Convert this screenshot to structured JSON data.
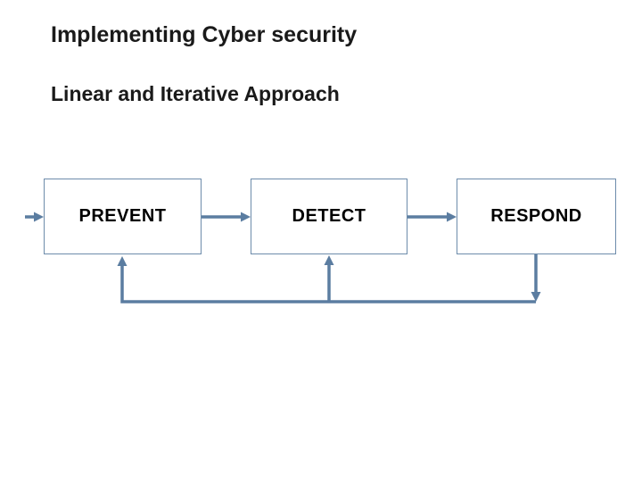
{
  "slide": {
    "title": "Implementing Cyber security",
    "subtitle": "Linear and Iterative Approach"
  },
  "diagram": {
    "boxes": [
      {
        "label": "PREVENT"
      },
      {
        "label": "DETECT"
      },
      {
        "label": "RESPOND"
      }
    ],
    "flow_order": "PREVENT → DETECT → RESPOND, feedback line from RESPOND back up into DETECT and PREVENT",
    "colors": {
      "connector": "#5b7da1",
      "box_border": "#6d8cab",
      "box_fill": "#ffffff",
      "label_text": "#000000",
      "title_text": "#1a1a1a",
      "background": "#ffffff"
    }
  }
}
